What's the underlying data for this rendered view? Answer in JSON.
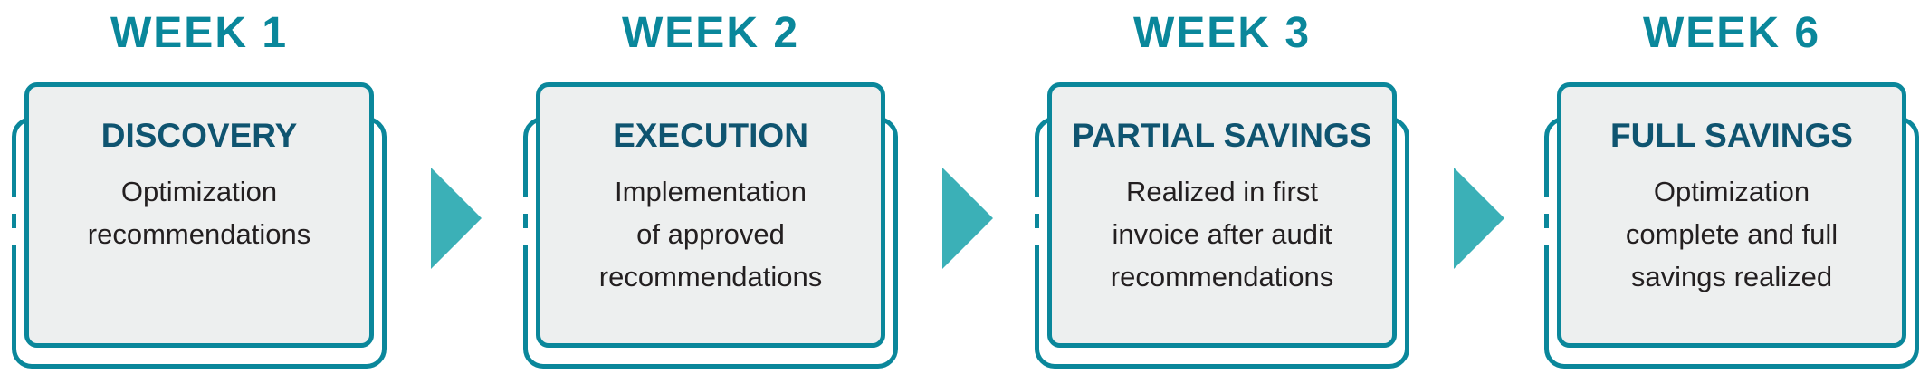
{
  "colors": {
    "week_label": "#0A879B",
    "border": "#0A879B",
    "box_fill": "#EDEFEF",
    "title": "#0F5470",
    "body_text": "#231F20",
    "arrow": "#3BB0B7"
  },
  "steps": [
    {
      "week": "WEEK 1",
      "title": "DISCOVERY",
      "lines": [
        "Optimization",
        "recommendations"
      ]
    },
    {
      "week": "WEEK 2",
      "title": "EXECUTION",
      "lines": [
        "Implementation",
        "of approved",
        "recommendations"
      ]
    },
    {
      "week": "WEEK 3",
      "title": "PARTIAL SAVINGS",
      "lines": [
        "Realized in first",
        "invoice after audit",
        "recommendations"
      ]
    },
    {
      "week": "WEEK 6",
      "title": "FULL SAVINGS",
      "lines": [
        "Optimization",
        "complete and full",
        "savings realized"
      ]
    }
  ],
  "arrows": [
    {
      "icon": "arrow-right-icon"
    },
    {
      "icon": "arrow-right-icon"
    },
    {
      "icon": "arrow-right-icon"
    }
  ]
}
